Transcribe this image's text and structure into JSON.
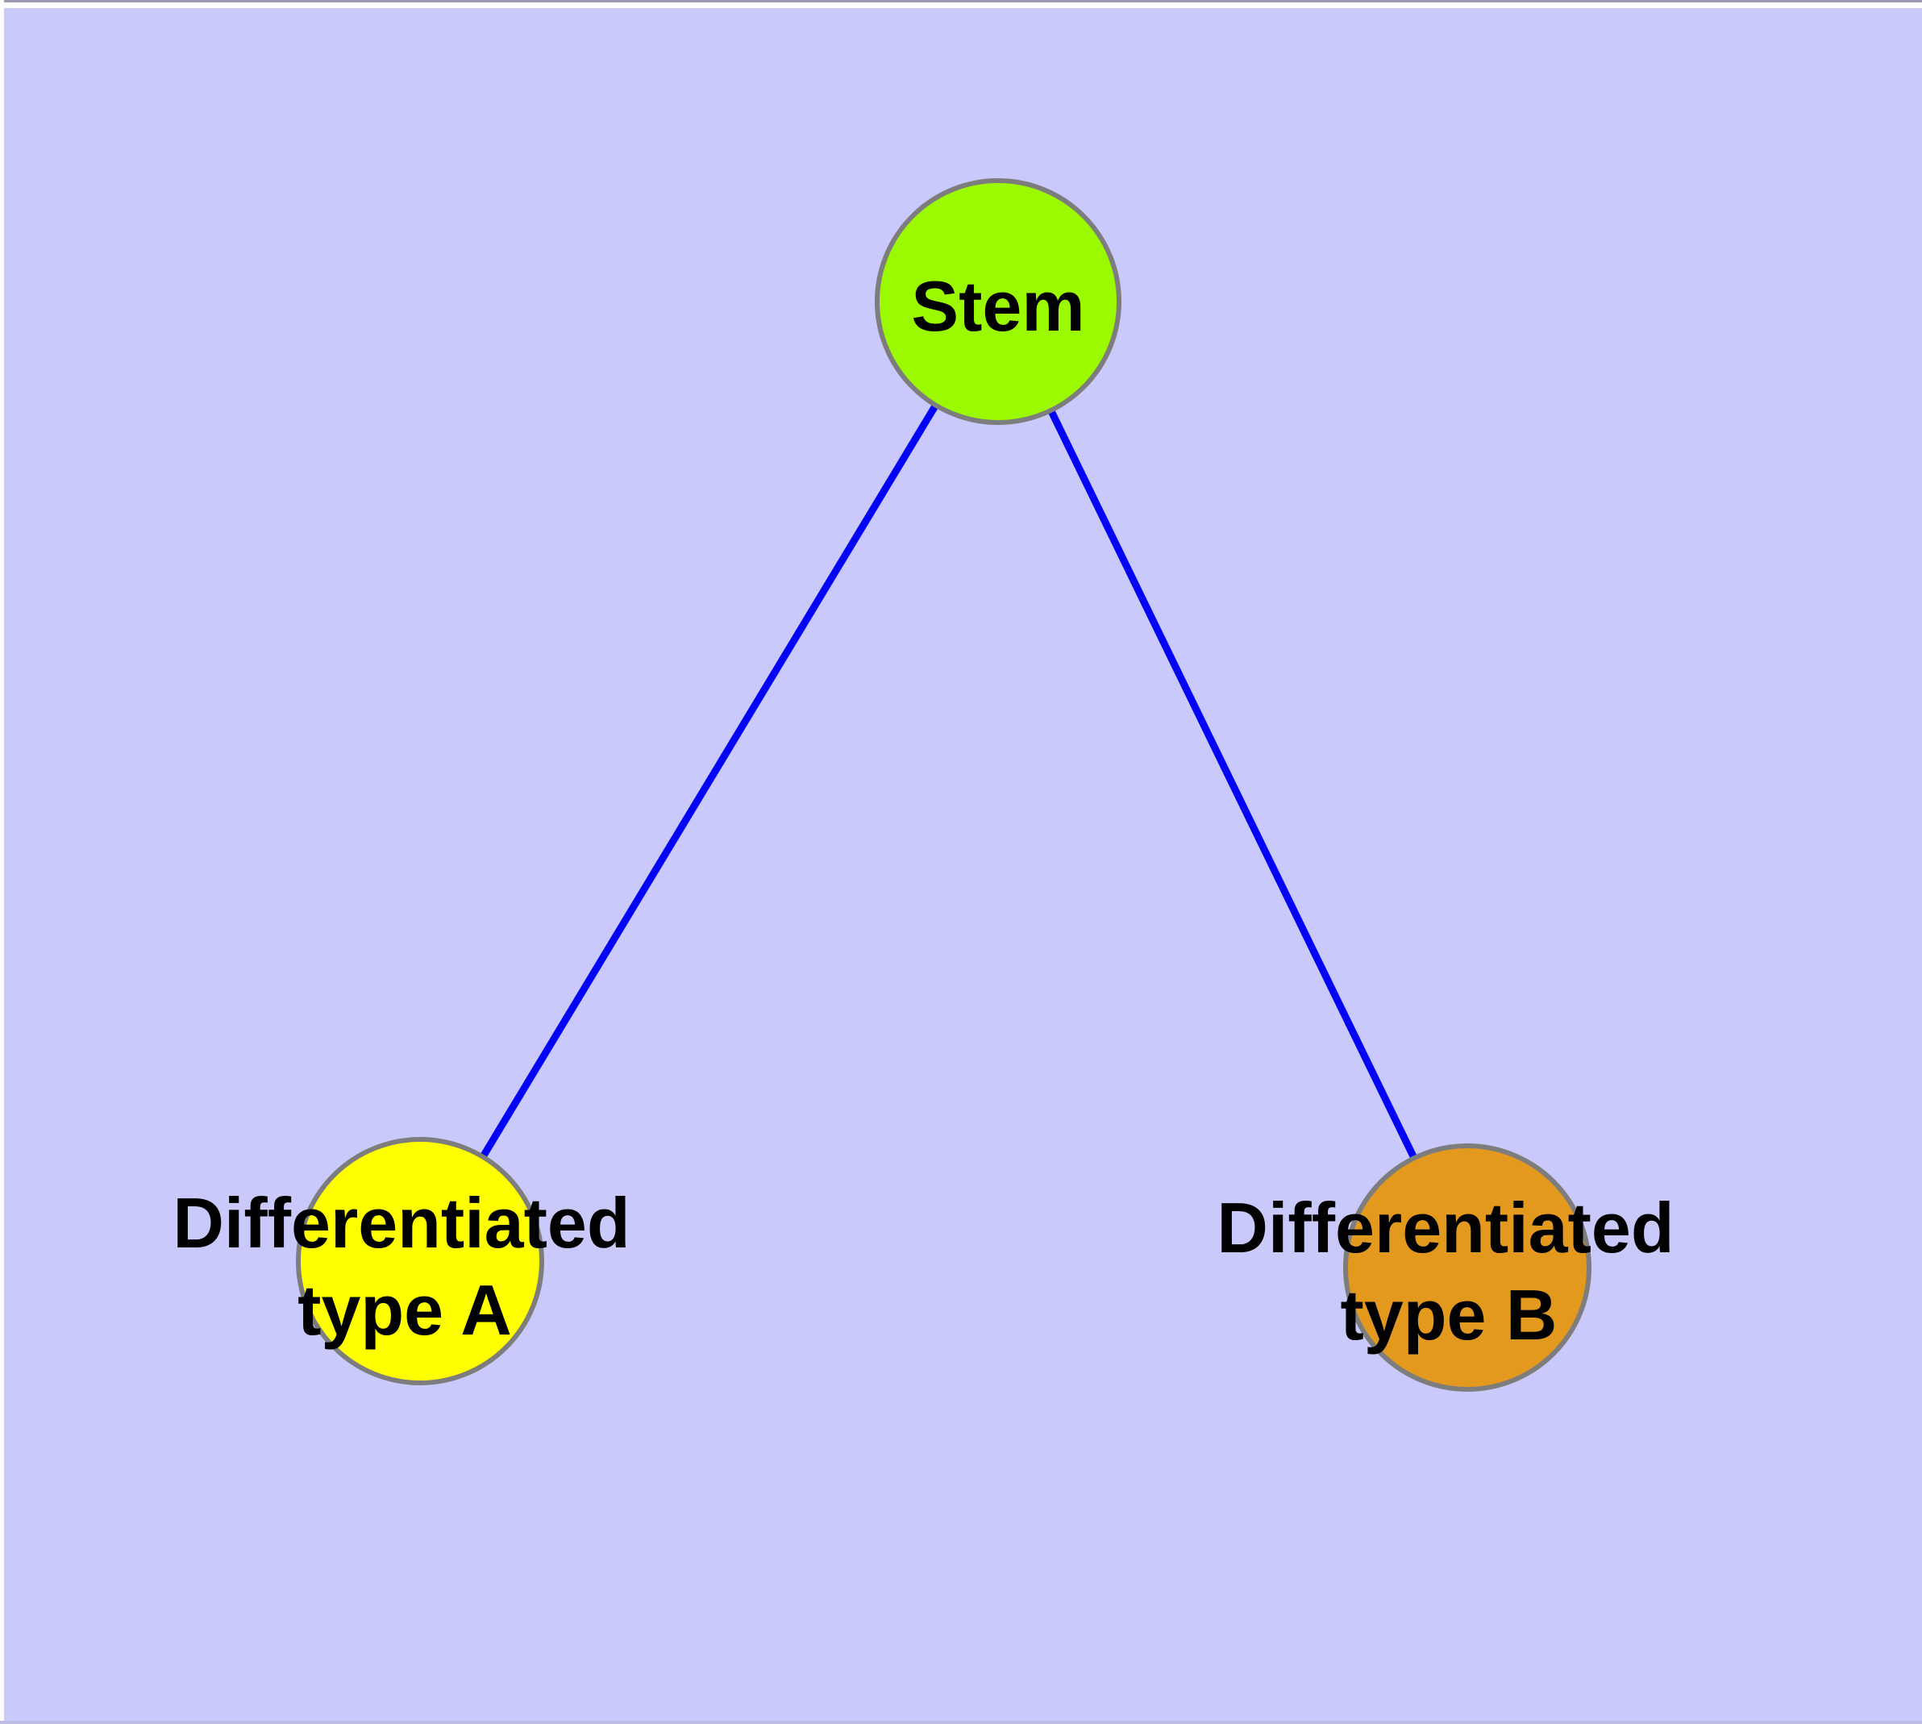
{
  "diagram": {
    "type": "node-link-graph",
    "background_color": "#C9C9FB",
    "edge_color": "#0202F8",
    "node_border_color": "#7D7D7D",
    "label_color": "#000000",
    "nodes": [
      {
        "id": "stem",
        "label": "Stem",
        "fill": "#9BFA00"
      },
      {
        "id": "differentiated-type-a",
        "label_line1": "Differentiated",
        "label_line2": "type A",
        "full_label": "Differentiated type A",
        "fill": "#FFFF00"
      },
      {
        "id": "differentiated-type-b",
        "label_line1": "Differentiated",
        "label_line2": "type B",
        "full_label": "Differentiated type B",
        "fill": "#E2991E"
      }
    ],
    "edges": [
      {
        "from": "Stem",
        "to": "Differentiated type A"
      },
      {
        "from": "Stem",
        "to": "Differentiated type B"
      }
    ]
  }
}
